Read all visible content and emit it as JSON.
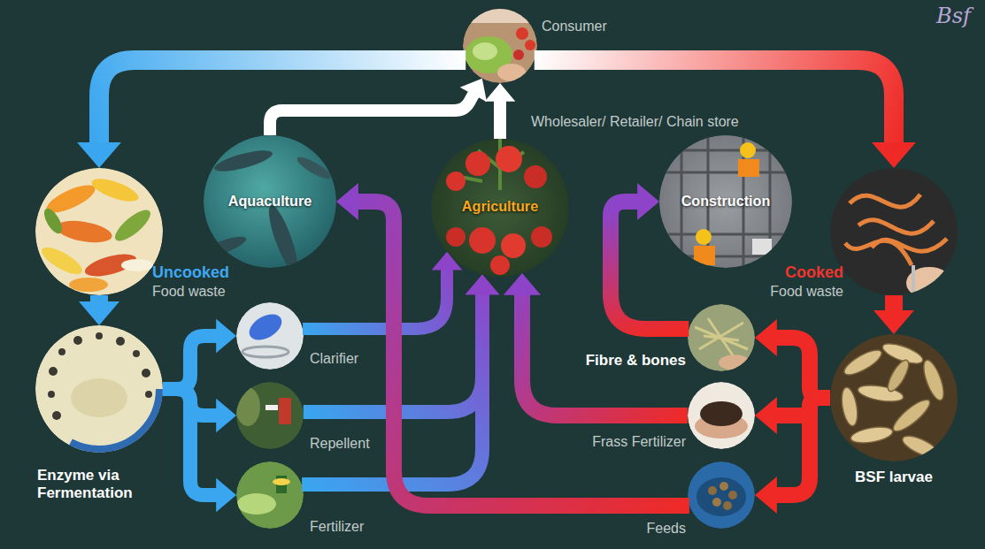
{
  "diagram": {
    "nodes": [
      {
        "text": [
          "Consumer"
        ]
      },
      {
        "text": [
          "Uncooked",
          "Food waste"
        ]
      },
      {
        "text": [
          "Aquaculture"
        ]
      },
      {
        "text": [
          "Agriculture"
        ]
      },
      {
        "text": [
          "Construction"
        ]
      },
      {
        "text": [
          "Cooked",
          "Food waste"
        ]
      },
      {
        "text": [
          "Enzyme via Fermentation"
        ]
      },
      {
        "text": [
          "Clarifier"
        ]
      },
      {
        "text": [
          "Repellent"
        ]
      },
      {
        "text": [
          "Fertilizer"
        ]
      },
      {
        "text": [
          "Fibre & bones"
        ]
      },
      {
        "text": [
          "Frass Fertilizer"
        ]
      },
      {
        "text": [
          "Feeds"
        ]
      },
      {
        "text": [
          "BSF larvae"
        ]
      }
    ],
    "edges": [
      {
        "from": 0,
        "to": 1,
        "arrow": "to"
      },
      {
        "from": 0,
        "to": 5,
        "arrow": "to"
      },
      {
        "from": 1,
        "to": 6,
        "arrow": "to"
      },
      {
        "from": 5,
        "to": 13,
        "arrow": "to"
      },
      {
        "from": 6,
        "to": 7,
        "arrow": "to"
      },
      {
        "from": 6,
        "to": 8,
        "arrow": "to"
      },
      {
        "from": 6,
        "to": 9,
        "arrow": "to"
      },
      {
        "from": 7,
        "to": 3,
        "arrow": "to"
      },
      {
        "from": 8,
        "to": 3,
        "arrow": "to"
      },
      {
        "from": 9,
        "to": 3,
        "arrow": "to"
      },
      {
        "from": 13,
        "to": 10,
        "arrow": "to"
      },
      {
        "from": 13,
        "to": 11,
        "arrow": "to"
      },
      {
        "from": 13,
        "to": 12,
        "arrow": "to"
      },
      {
        "from": 10,
        "to": 4,
        "arrow": "to"
      },
      {
        "from": 11,
        "to": 3,
        "arrow": "to"
      },
      {
        "from": 12,
        "to": 2,
        "arrow": "to"
      },
      {
        "from": 2,
        "to": 0,
        "arrow": "to"
      },
      {
        "from": 3,
        "to": 0,
        "arrow": "to"
      }
    ],
    "labels": [
      "Wholesaler/ Retailer/ Chain store",
      "Bsf"
    ]
  }
}
